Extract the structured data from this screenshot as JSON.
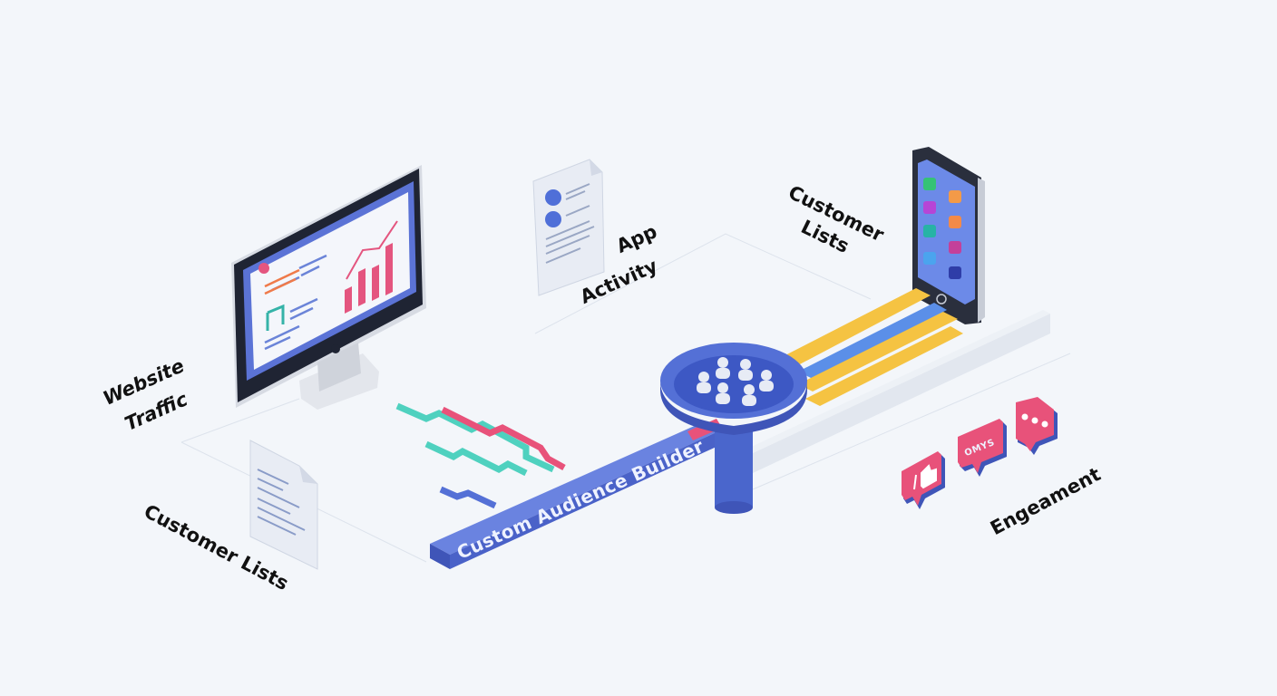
{
  "diagram": {
    "title": "Custom Audience Builder",
    "sources": [
      {
        "id": "website-traffic",
        "label_line1": "Website",
        "label_line2": "Traffic",
        "visual": "desktop monitor showing analytics dashboard with rising bar chart"
      },
      {
        "id": "app-activity",
        "label_line1": "App",
        "label_line2": "Activity",
        "visual": "document with two blue app icons"
      },
      {
        "id": "customer-lists-top",
        "label_line1": "Customer",
        "label_line2": "Lists",
        "visual": "smartphone with colored app grid"
      },
      {
        "id": "customer-lists-bottom",
        "label": "Customer Lists",
        "visual": "text document"
      },
      {
        "id": "engagement",
        "label": "Engeament",
        "visual": "three pink speech bubbles (like, text, ellipsis)"
      }
    ],
    "central_node": {
      "label": "Custom Audience Builder",
      "visual": "blue funnel containing group of people icons"
    },
    "engagement_bubble_text": "OMYS",
    "colors": {
      "background": "#f3f6fa",
      "primary_blue": "#5470d6",
      "dark_blue": "#3f55b8",
      "pink": "#e8527a",
      "teal": "#4fd1bf",
      "yellow": "#f5c342",
      "light_blue": "#5b8fe8"
    }
  }
}
